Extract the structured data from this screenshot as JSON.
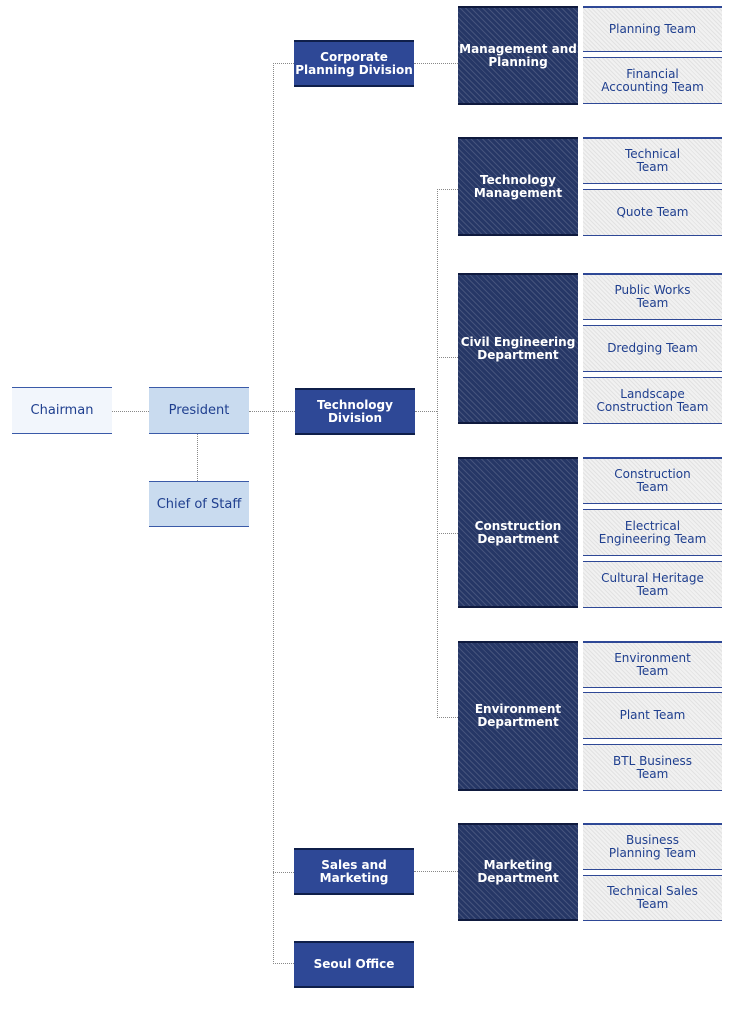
{
  "chairman": "Chairman",
  "president": "President",
  "chief_of_staff": "Chief of Staff",
  "divisions": {
    "corporate_planning": "Corporate\nPlanning Division",
    "technology": "Technology\nDivision",
    "sales_marketing": "Sales and\nMarketing",
    "seoul_office": "Seoul Office"
  },
  "departments": {
    "management_planning": "Management and\nPlanning",
    "technology_management": "Technology\nManagement",
    "civil_engineering": "Civil Engineering\nDepartment",
    "construction": "Construction\nDepartment",
    "environment": "Environment\nDepartment",
    "marketing": "Marketing\nDepartment"
  },
  "teams": {
    "planning": "Planning Team",
    "financial_accounting": "Financial\nAccounting Team",
    "technical": "Technical\nTeam",
    "quote": "Quote Team",
    "public_works": "Public Works\nTeam",
    "dredging": "Dredging Team",
    "landscape_construction": "Landscape\nConstruction Team",
    "construction": "Construction\nTeam",
    "electrical_engineering": "Electrical\nEngineering Team",
    "cultural_heritage": "Cultural Heritage\nTeam",
    "environment": "Environment\nTeam",
    "plant": "Plant Team",
    "btl_business": "BTL Business\nTeam",
    "business_planning": "Business\nPlanning Team",
    "technical_sales": "Technical Sales\nTeam"
  },
  "colors": {
    "division_blue": "#2e4896",
    "department_navy": "#263766",
    "light_blue": "#c9dbef",
    "text_blue": "#1f3f8f",
    "connector_gray": "#888888"
  }
}
